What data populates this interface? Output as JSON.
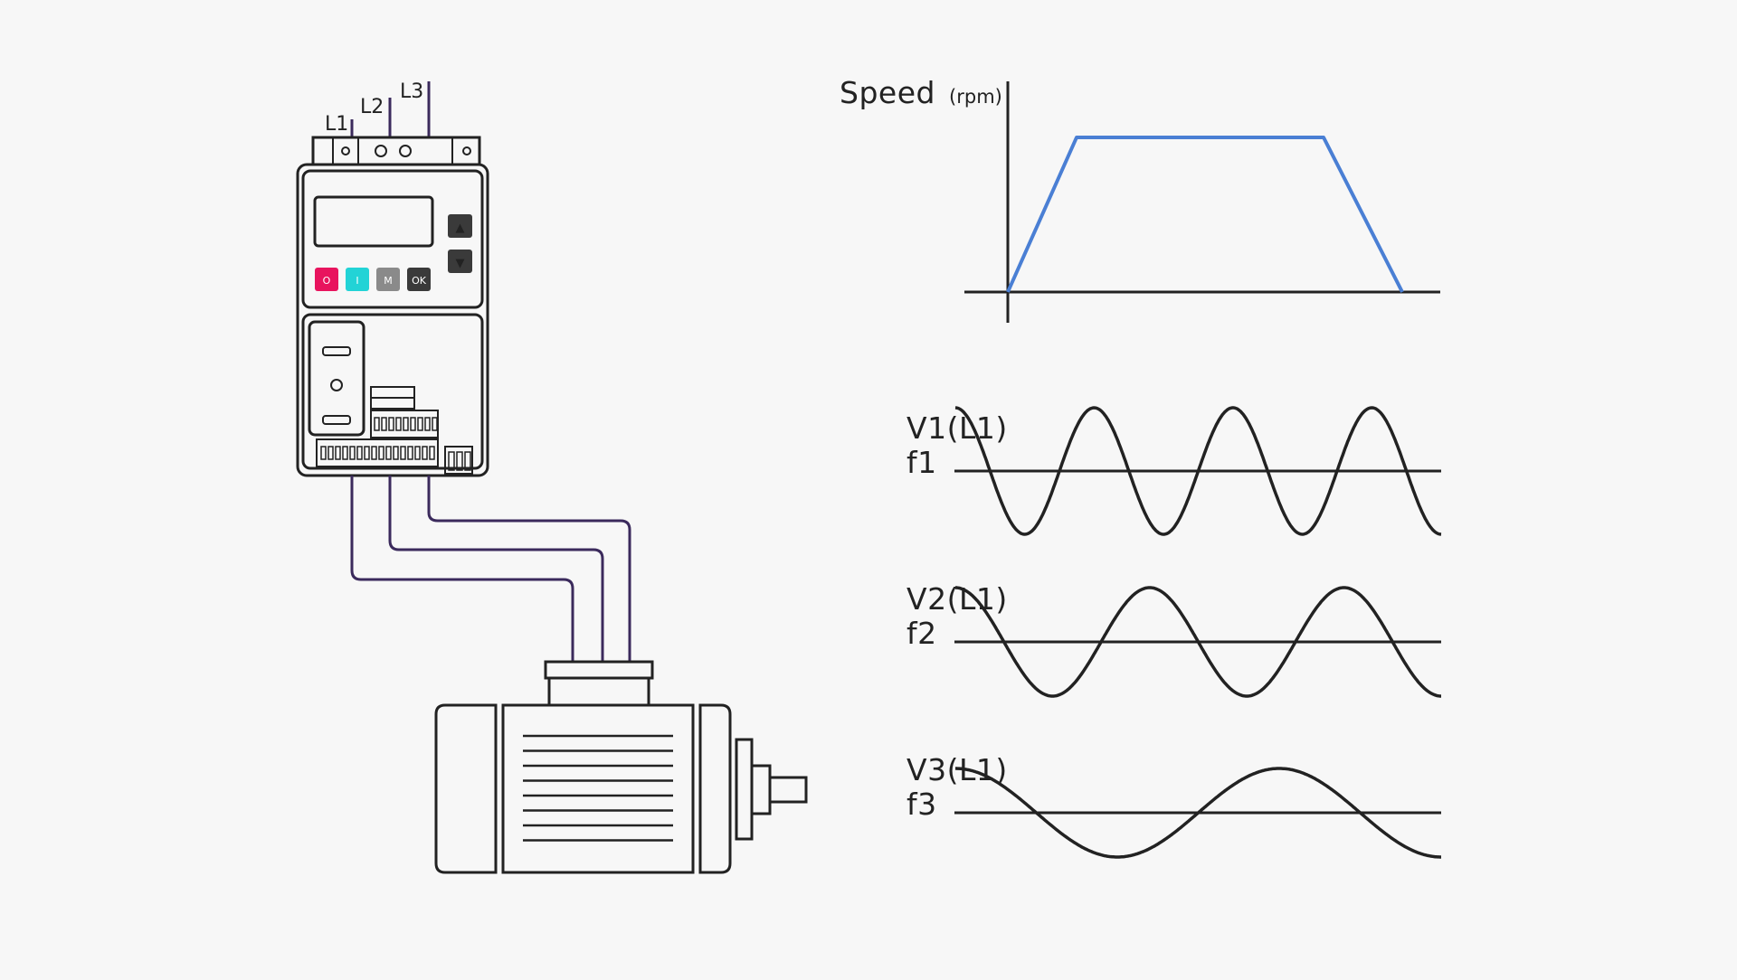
{
  "drive": {
    "input_lines": [
      "L1",
      "L2",
      "L3"
    ],
    "buttons": [
      {
        "label": "O",
        "color": "#e8145e"
      },
      {
        "label": "I",
        "color": "#22d3d6"
      },
      {
        "label": "M",
        "color": "#8a8a8a"
      },
      {
        "label": "OK",
        "color": "#3a3a3a"
      }
    ],
    "arrow_up_label": "▲",
    "arrow_down_label": "▼"
  },
  "speed_chart": {
    "title": "Speed",
    "unit": "(rpm)",
    "line_color": "#4a7fd4",
    "profile": [
      "ramp-up",
      "constant",
      "ramp-down"
    ]
  },
  "waveforms": [
    {
      "label": "V1(L1)",
      "freq_label": "f1",
      "cycles": 3.5
    },
    {
      "label": "V2(L1)",
      "freq_label": "f2",
      "cycles": 2.5
    },
    {
      "label": "V3(L1)",
      "freq_label": "f3",
      "cycles": 1.5
    }
  ]
}
